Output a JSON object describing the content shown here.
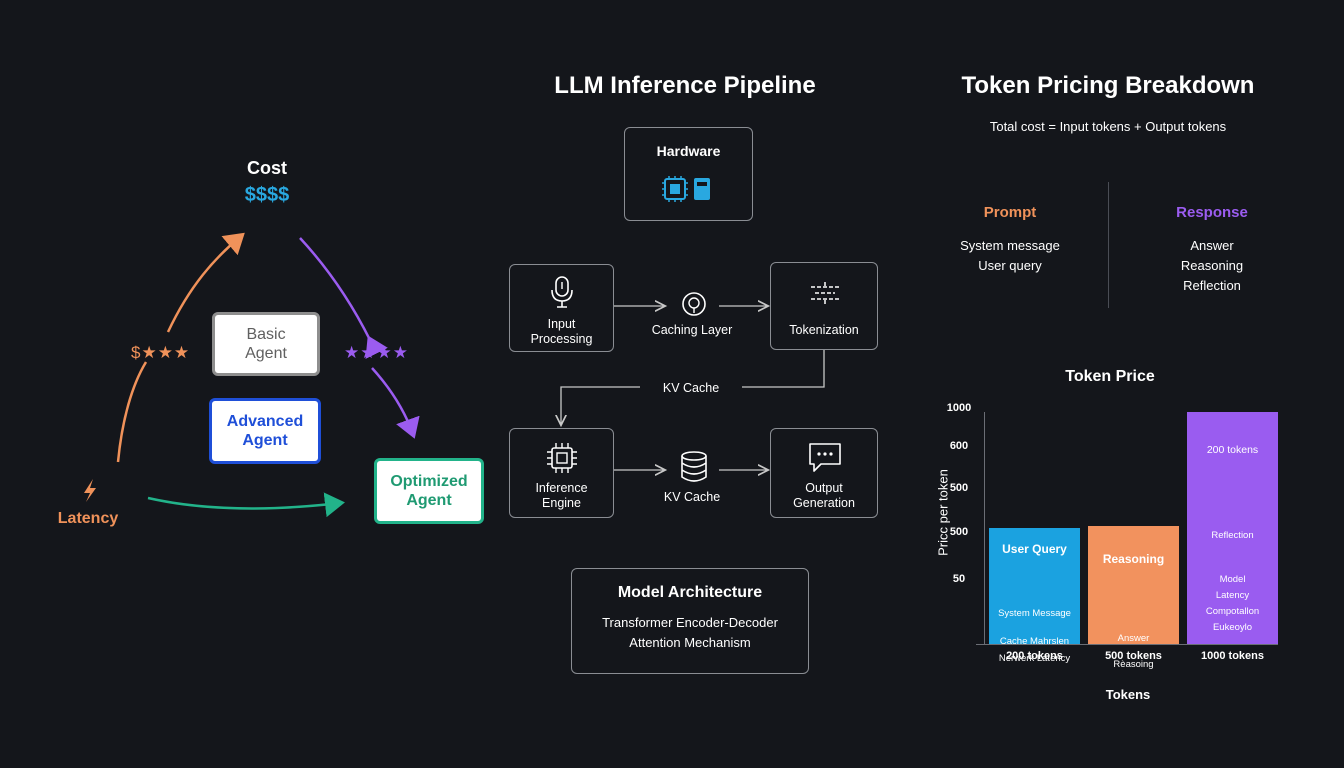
{
  "colors": {
    "background": "#14161b",
    "cost": "#29a8e0",
    "latency": "#f0925a",
    "quality": "#9b5cf0",
    "optimized": "#22b38a",
    "advanced": "#1f4fd8",
    "bar_blue": "#1ba2e0",
    "bar_orange": "#f2925e",
    "bar_purple": "#9a5cf0"
  },
  "triangle": {
    "cost_label": "Cost",
    "cost_symbol": "$$$$",
    "latency_label": "Latency",
    "left_rating": "$★★★",
    "right_rating": "★★★★",
    "agents": {
      "basic": "Basic Agent",
      "advanced": "Advanced Agent",
      "optimized": "Optimized Agent"
    }
  },
  "pipeline": {
    "title": "LLM Inference Pipeline",
    "hardware": "Hardware",
    "input_processing": "Input Processing",
    "caching_layer": "Caching Layer",
    "tokenization": "Tokenization",
    "kv_cache_loop": "KV Cache",
    "inference_engine": "Inference Engine",
    "kv_cache": "KV Cache",
    "output_generation": "Output Generation",
    "model_architecture": {
      "title": "Model Architecture",
      "line1": "Transformer Encoder-Decoder",
      "line2": "Attention Mechanism"
    }
  },
  "pricing": {
    "title": "Token Pricing Breakdown",
    "formula": "Total cost = Input tokens + Output tokens",
    "prompt": {
      "heading": "Prompt",
      "items": [
        "System message",
        "User query"
      ]
    },
    "response": {
      "heading": "Response",
      "items": [
        "Answer",
        "Reasoning",
        "Reflection"
      ]
    }
  },
  "chart_data": {
    "type": "bar",
    "title": "Token Price",
    "xlabel": "Tokens",
    "ylabel": "Pricc per token",
    "y_tick_labels": [
      "1000",
      "600",
      "500",
      "500",
      "50"
    ],
    "categories": [
      "200 tokens",
      "500 tokens",
      "1000 tokens"
    ],
    "values": [
      {
        "label": "200 tokens",
        "value": 500
      },
      {
        "label": "500 tokens",
        "value": 510
      },
      {
        "label": "1000 tokens",
        "value": 1000
      }
    ],
    "bar_labels": [
      {
        "heading": "User Query",
        "lines": [
          "System Message",
          "Cache Mahrslen",
          "Nerwerk Latency"
        ]
      },
      {
        "heading": "Reasoning",
        "lines": [
          "Answer",
          "Rèasoing"
        ]
      },
      {
        "heading": "200 tokens",
        "lines": [
          "Reflection",
          "Model",
          "Latency",
          "Compotallon",
          "Eukeoylo"
        ]
      }
    ]
  }
}
